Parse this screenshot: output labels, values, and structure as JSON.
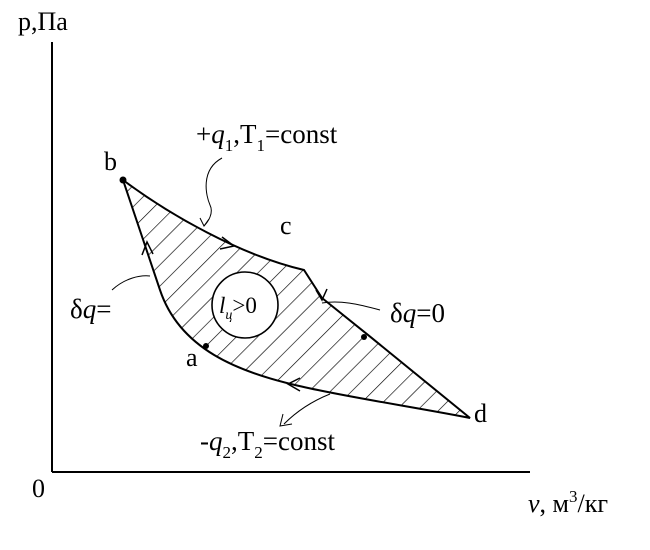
{
  "axes": {
    "y_label": "p,Па",
    "x_label_var": "v",
    "x_label_unit_a": ", м",
    "x_label_unit_exp": "3",
    "x_label_unit_b": "/кг",
    "origin": "0"
  },
  "points": {
    "a": "a",
    "b": "b",
    "c": "c",
    "d": "d"
  },
  "annotations": {
    "top_sign": "+",
    "top_q": "q",
    "top_q_sub": "1",
    "top_rest": ",T",
    "top_t_sub": "1",
    "top_const": "=const",
    "bottom_sign": "-",
    "bottom_q": "q",
    "bottom_q_sub": "2",
    "bottom_rest": ",T",
    "bottom_t_sub": "2",
    "bottom_const": "=const",
    "left_delta": "δ",
    "left_q": "q",
    "left_eq": "=",
    "right_delta": "δ",
    "right_q": "q",
    "right_eq": "=0",
    "work_l": "l",
    "work_sub": "ц",
    "work_rest": ">0"
  }
}
